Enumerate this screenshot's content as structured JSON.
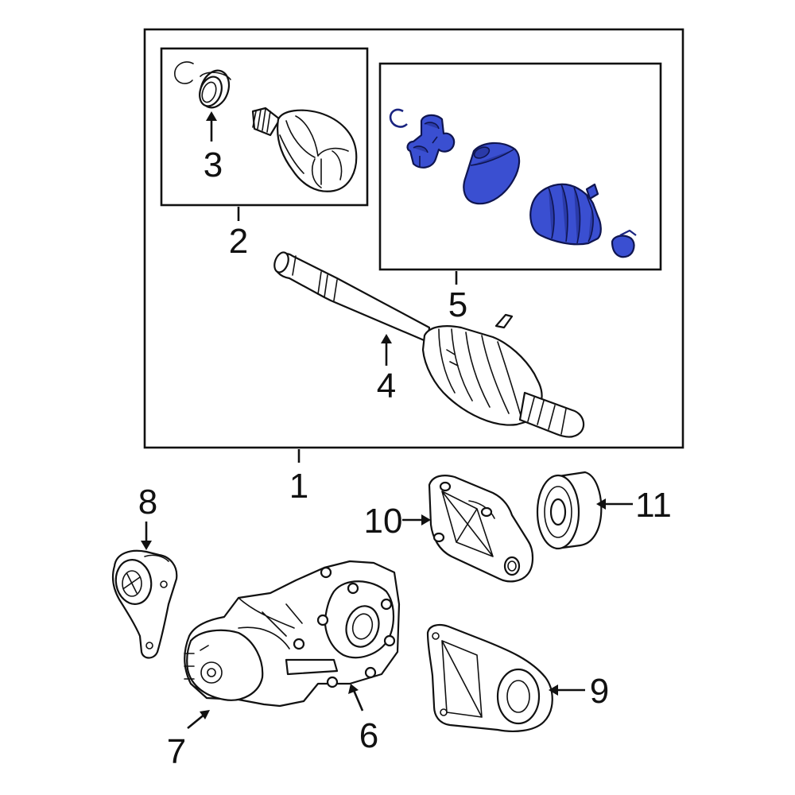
{
  "colors": {
    "highlight": "#3a4fd1",
    "highlight_dark": "#2a3aa8",
    "line": "#111111"
  },
  "callouts": {
    "1": "1",
    "2": "2",
    "3": "3",
    "4": "4",
    "5": "5",
    "6": "6",
    "7": "7",
    "8": "8",
    "9": "9",
    "10": "10",
    "11": "11"
  }
}
